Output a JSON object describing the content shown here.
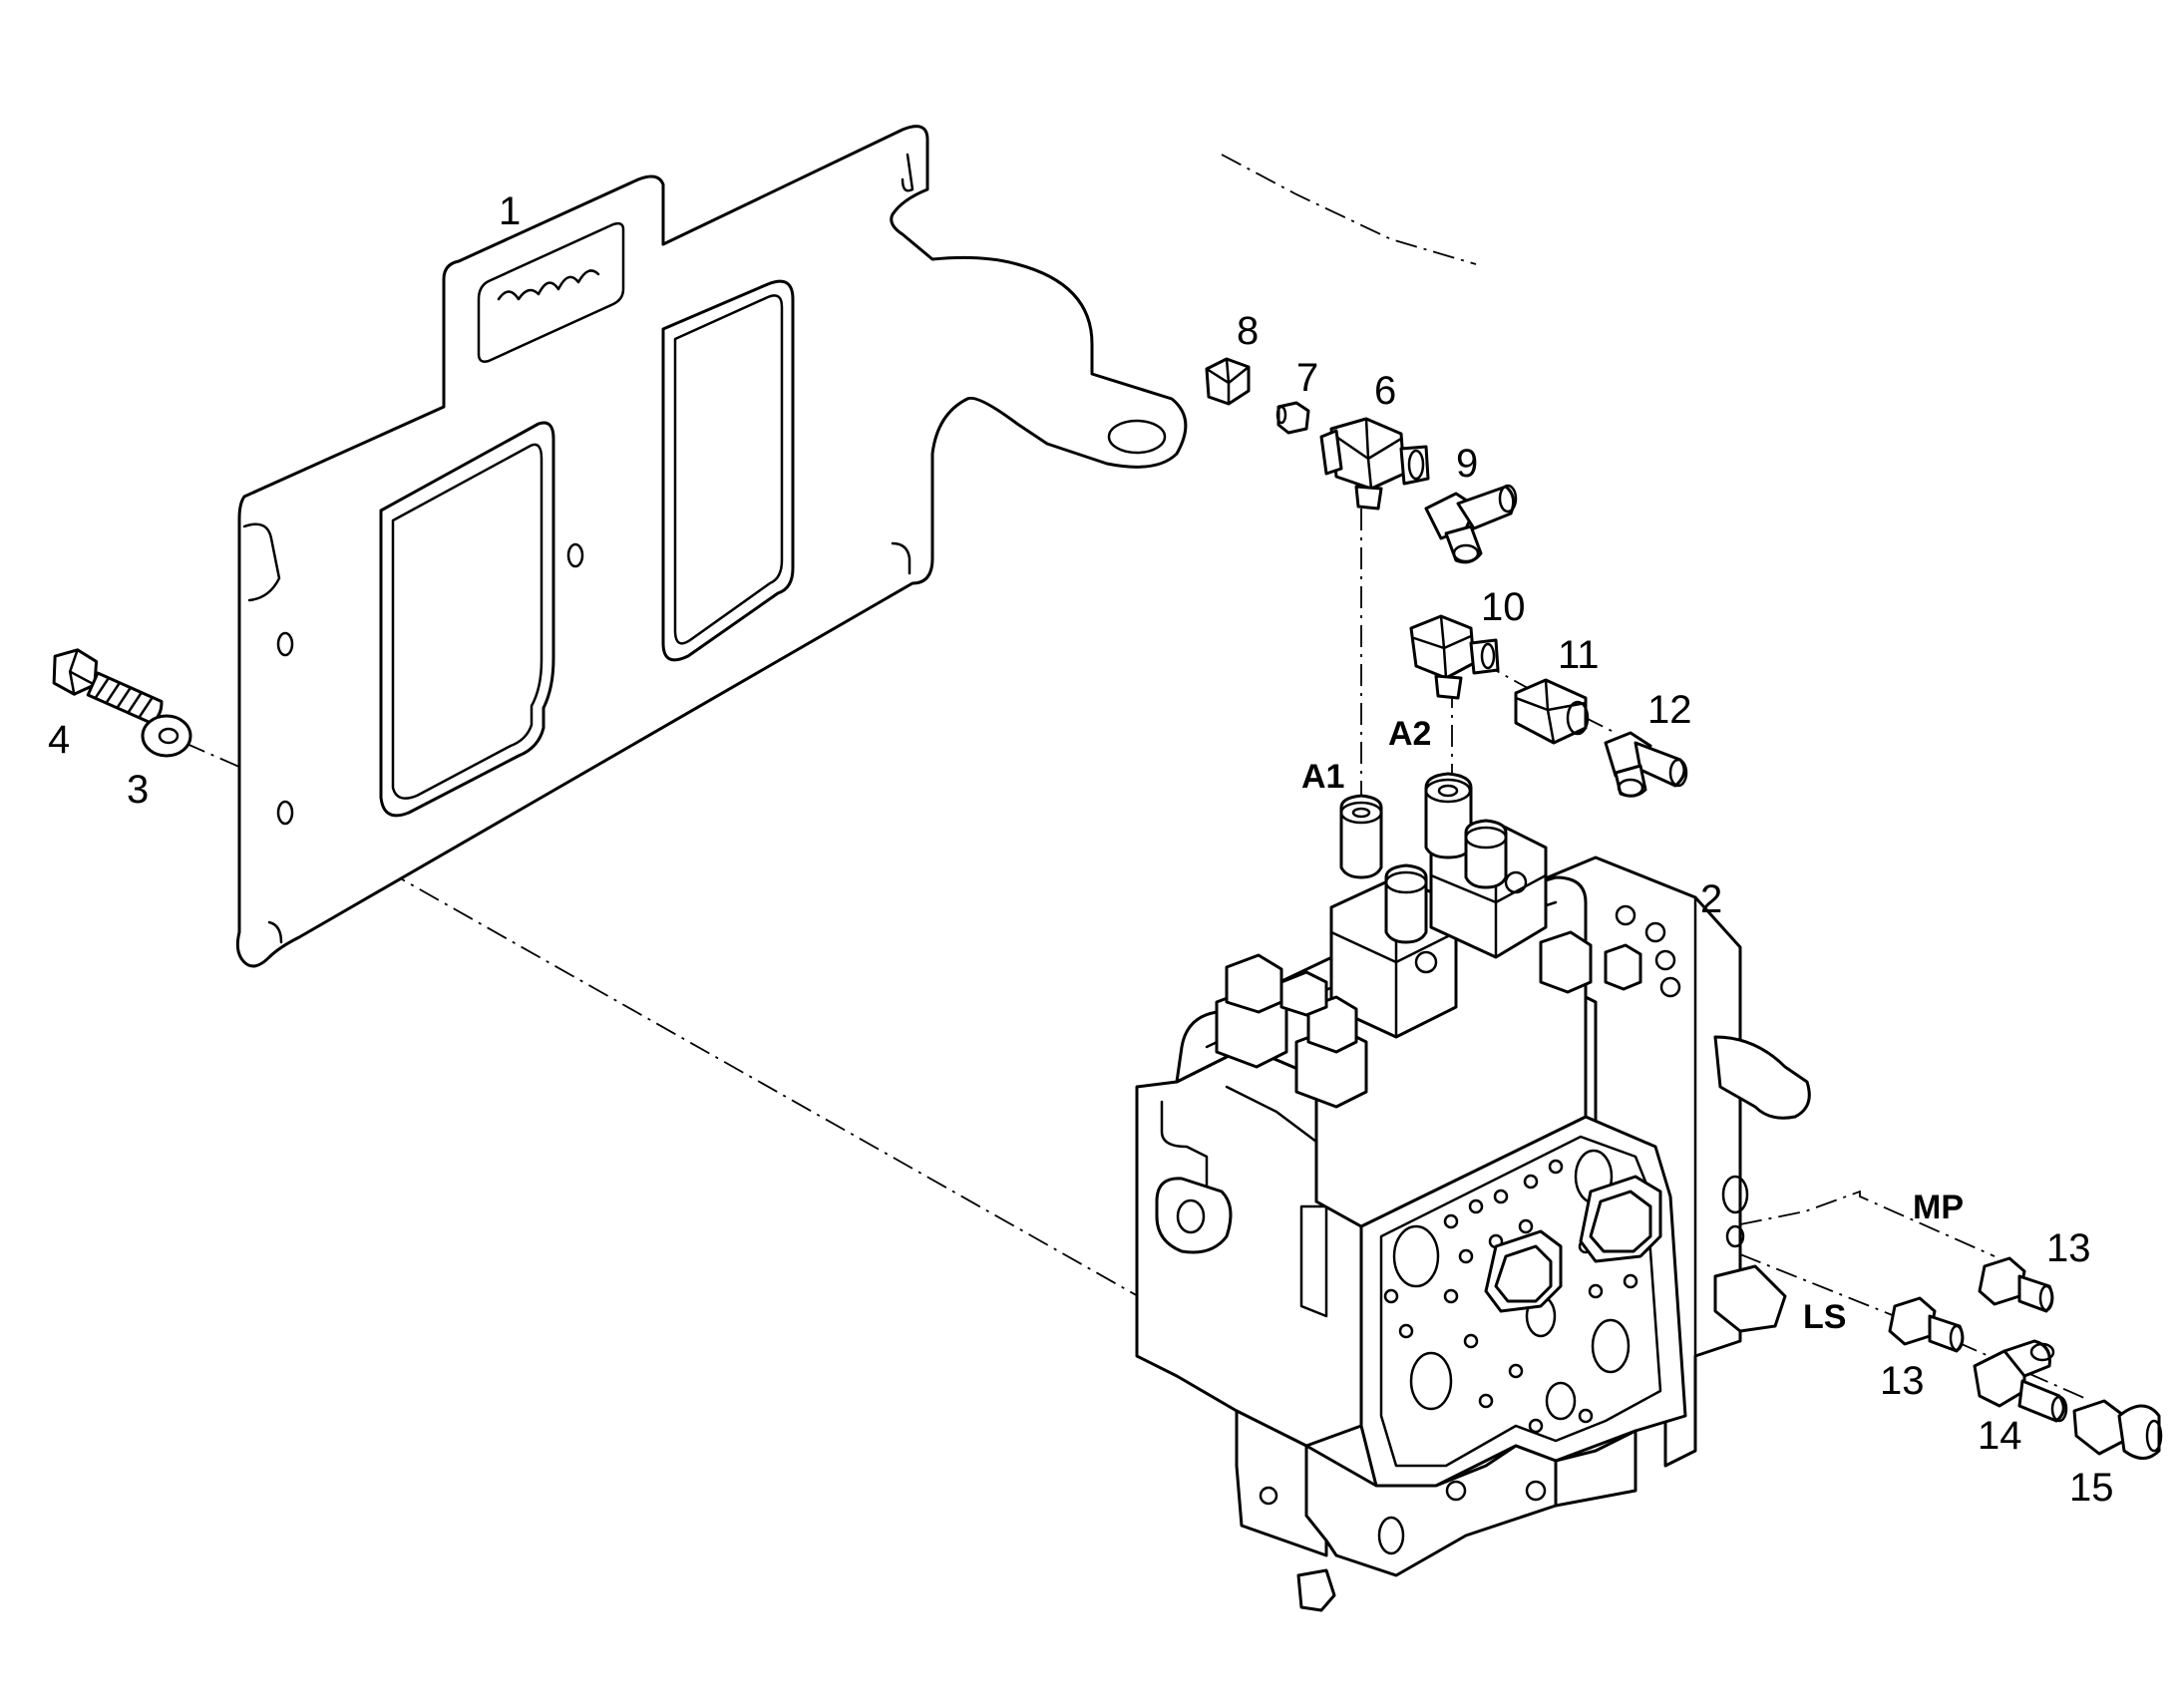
{
  "callouts": {
    "c1": "1",
    "c2": "2",
    "c3": "3",
    "c4": "4",
    "c6": "6",
    "c7": "7",
    "c8": "8",
    "c9": "9",
    "c10": "10",
    "c11": "11",
    "c12": "12",
    "c13a": "13",
    "c13b": "13",
    "c14": "14",
    "c15": "15"
  },
  "ports": {
    "a1": "A1",
    "a2": "A2",
    "mp": "MP",
    "ls": "LS"
  },
  "colors": {
    "line": "#000000",
    "background": "#ffffff"
  }
}
